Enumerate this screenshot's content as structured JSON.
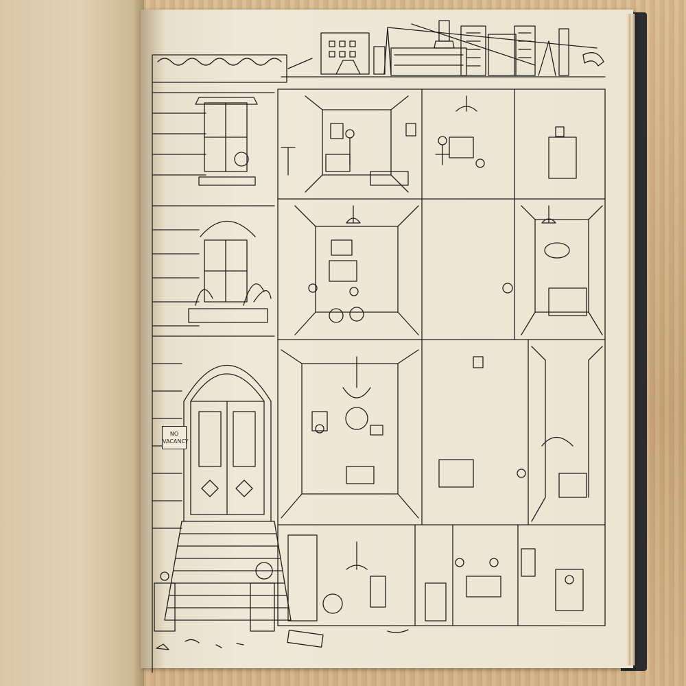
{
  "photo": {
    "subject": "open-book-illustration",
    "sign": {
      "line1": "NO",
      "line2": "VACANCY"
    }
  }
}
